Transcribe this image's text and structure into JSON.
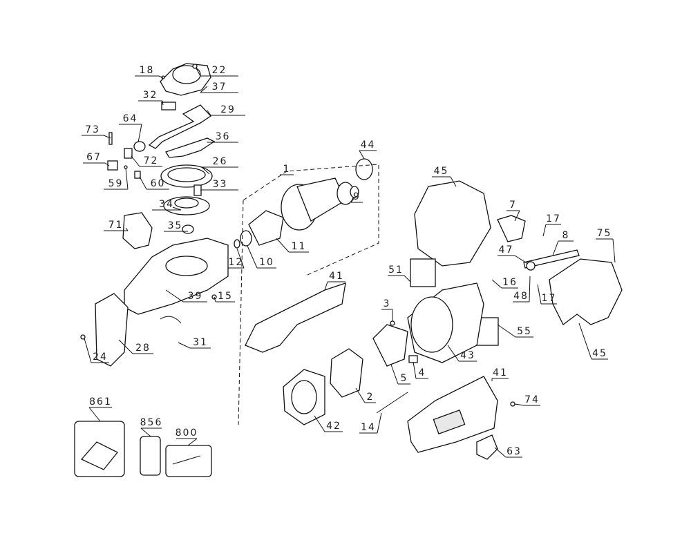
{
  "diagram": {
    "type": "exploded parts diagram",
    "callouts": [
      "18",
      "22",
      "37",
      "32",
      "29",
      "73",
      "64",
      "36",
      "72",
      "67",
      "26",
      "59",
      "60",
      "33",
      "34",
      "71",
      "35",
      "1",
      "44",
      "9",
      "11",
      "12",
      "10",
      "39",
      "15",
      "31",
      "28",
      "24",
      "41",
      "45",
      "7",
      "17",
      "75",
      "8",
      "47",
      "51",
      "16",
      "48",
      "17",
      "3",
      "55",
      "43",
      "4",
      "5",
      "45",
      "2",
      "41",
      "74",
      "42",
      "14",
      "63",
      "861",
      "856",
      "800"
    ],
    "line_color": "#111111"
  }
}
